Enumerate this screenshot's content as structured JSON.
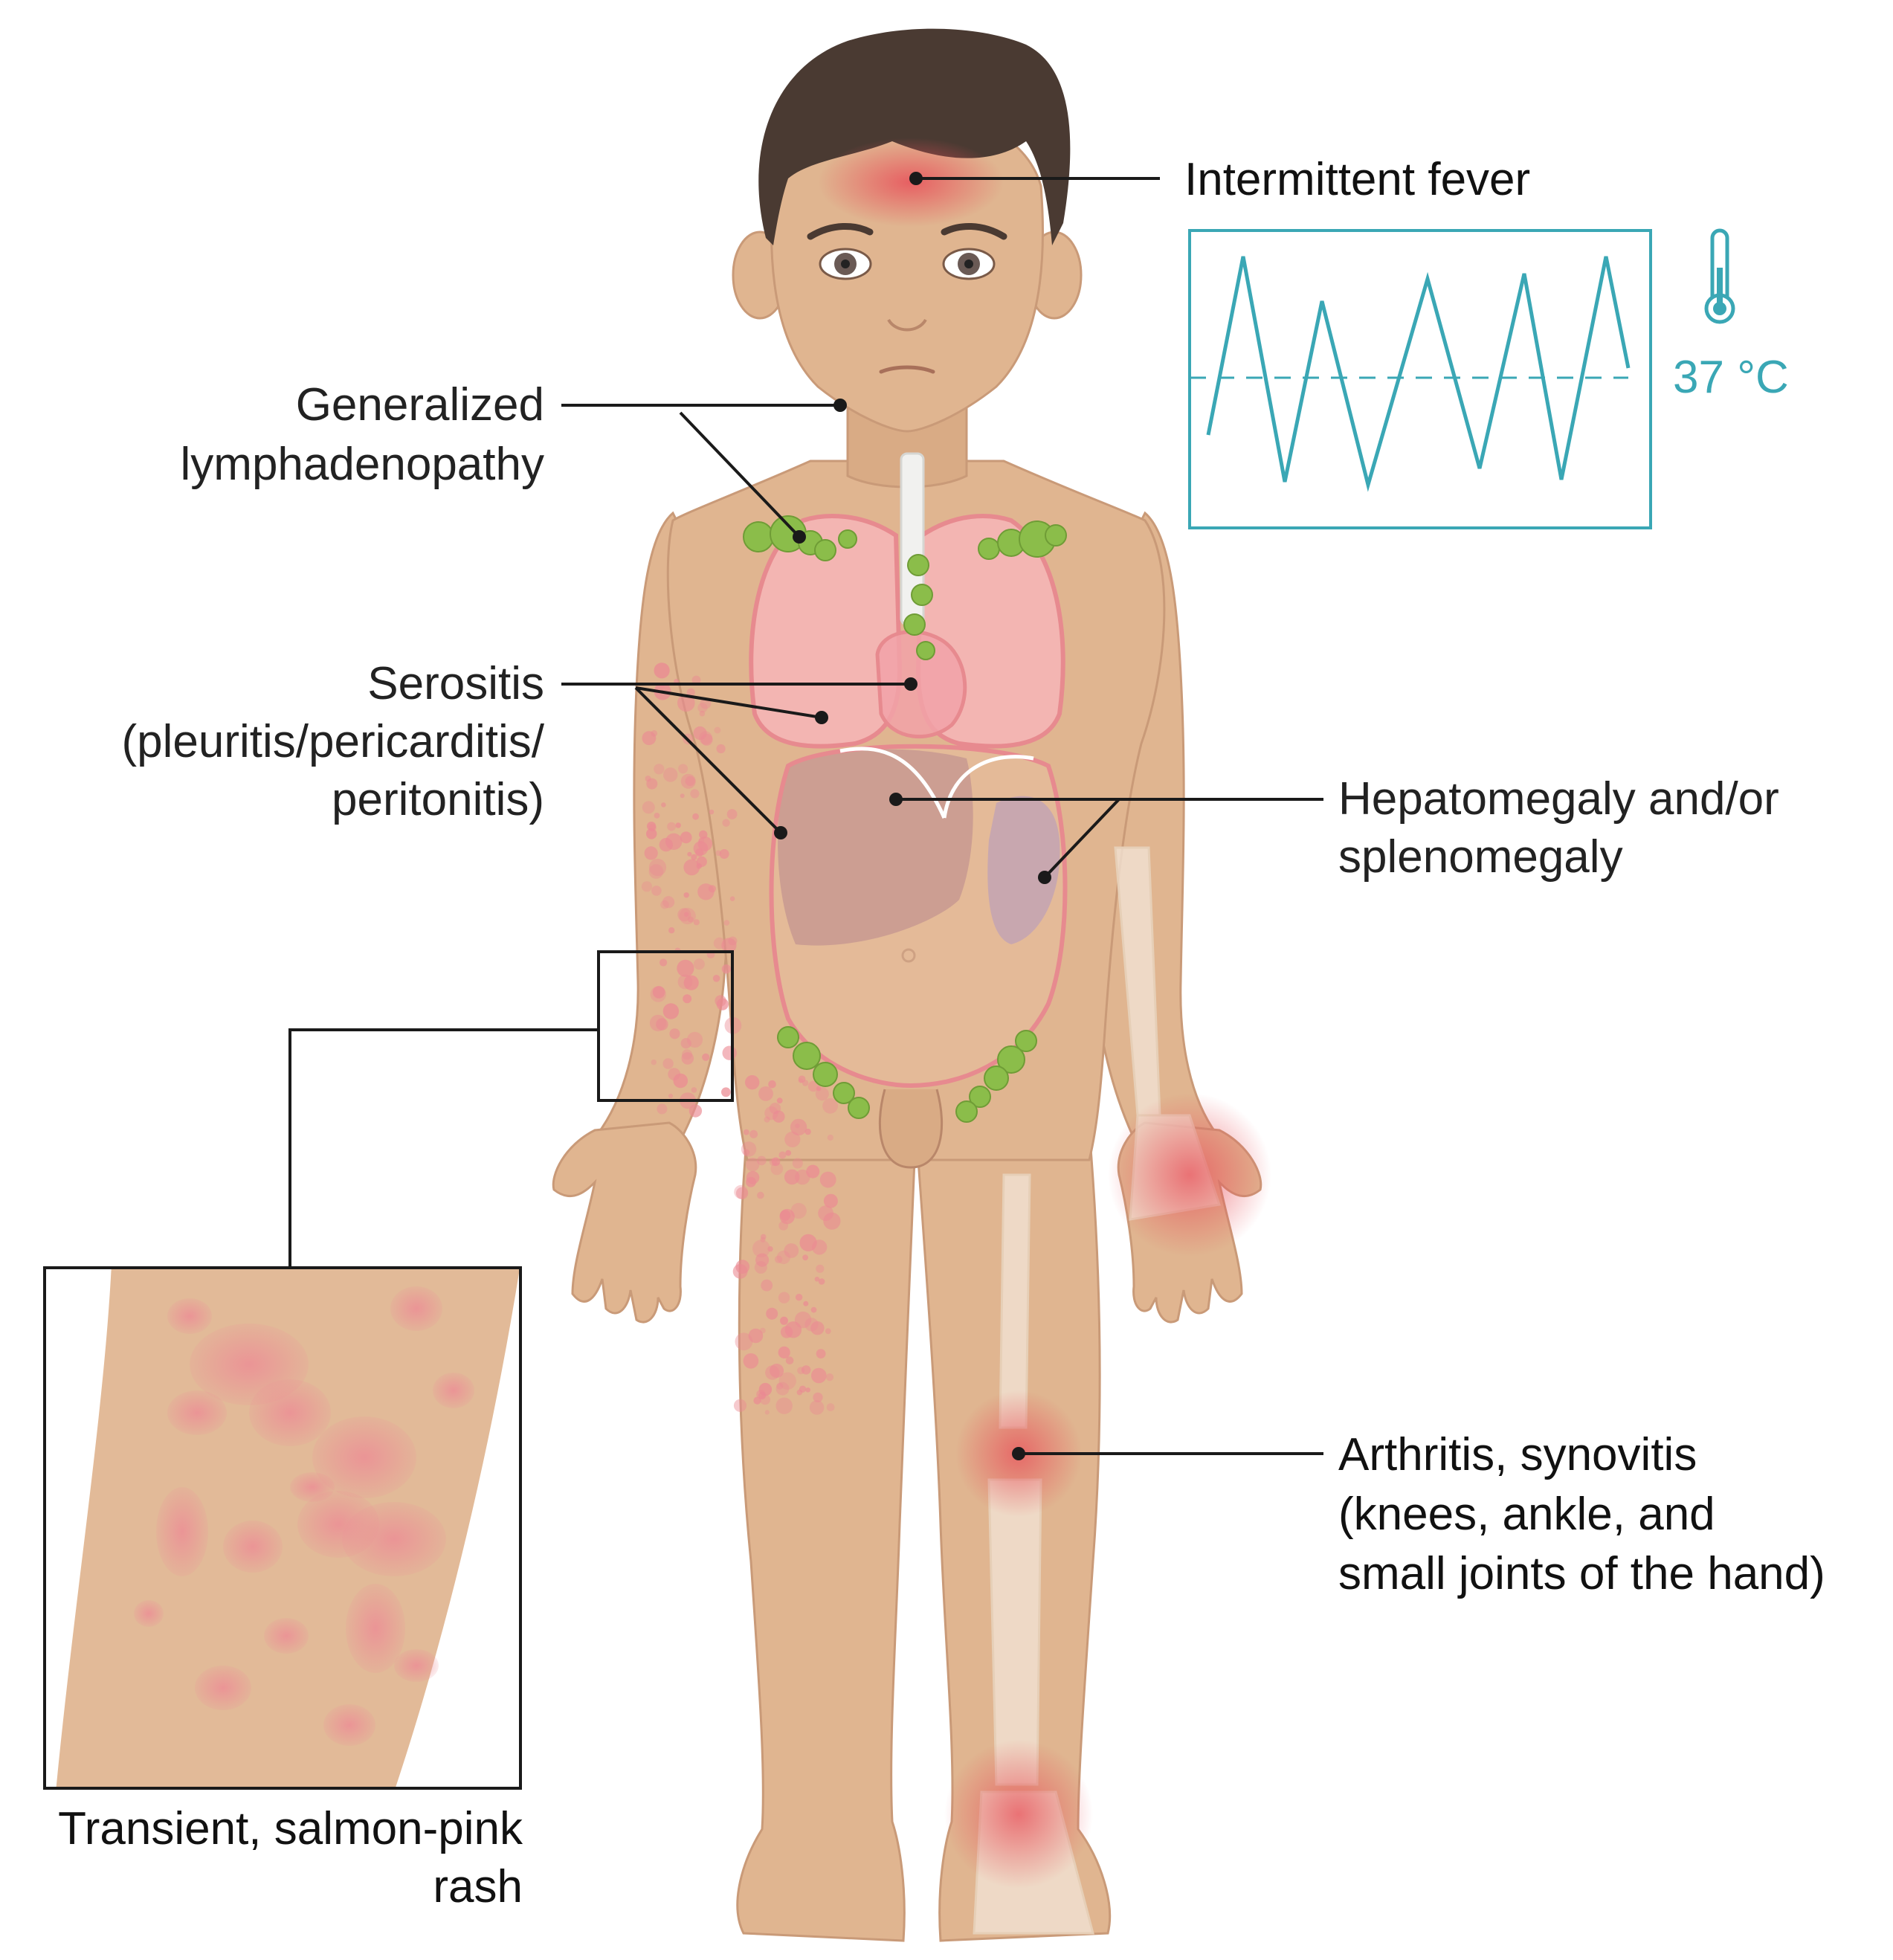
{
  "labels": {
    "fever": "Intermittent fever",
    "lymph_1": "Generalized",
    "lymph_2": "lymphadenopathy",
    "serositis_1": "Serositis",
    "serositis_2": "(pleuritis/pericarditis/",
    "serositis_3": "peritonitis)",
    "hepato_1": "Hepatomegaly and/or",
    "hepato_2": "splenomegaly",
    "arthritis_1": "Arthritis, synovitis",
    "arthritis_2": "(knees, ankle, and",
    "arthritis_3": "small joints of the hand)",
    "rash_1": "Transient, salmon-pink",
    "rash_2": "rash"
  },
  "fever_chart": {
    "threshold_label": "37 °C"
  },
  "colors": {
    "accent_teal": "#3aa7b5",
    "skin": "#e0b590",
    "rash": "#eb8a93",
    "lymph_node": "#8bbd4a",
    "inflammation": "#e8505a",
    "hair": "#4a3a32",
    "lungs": "#f3a8ad",
    "liver": "#b07c85",
    "spleen": "#a98fc0",
    "leader_line": "#1a1a1a"
  },
  "icons": [
    "thermometer-icon"
  ]
}
